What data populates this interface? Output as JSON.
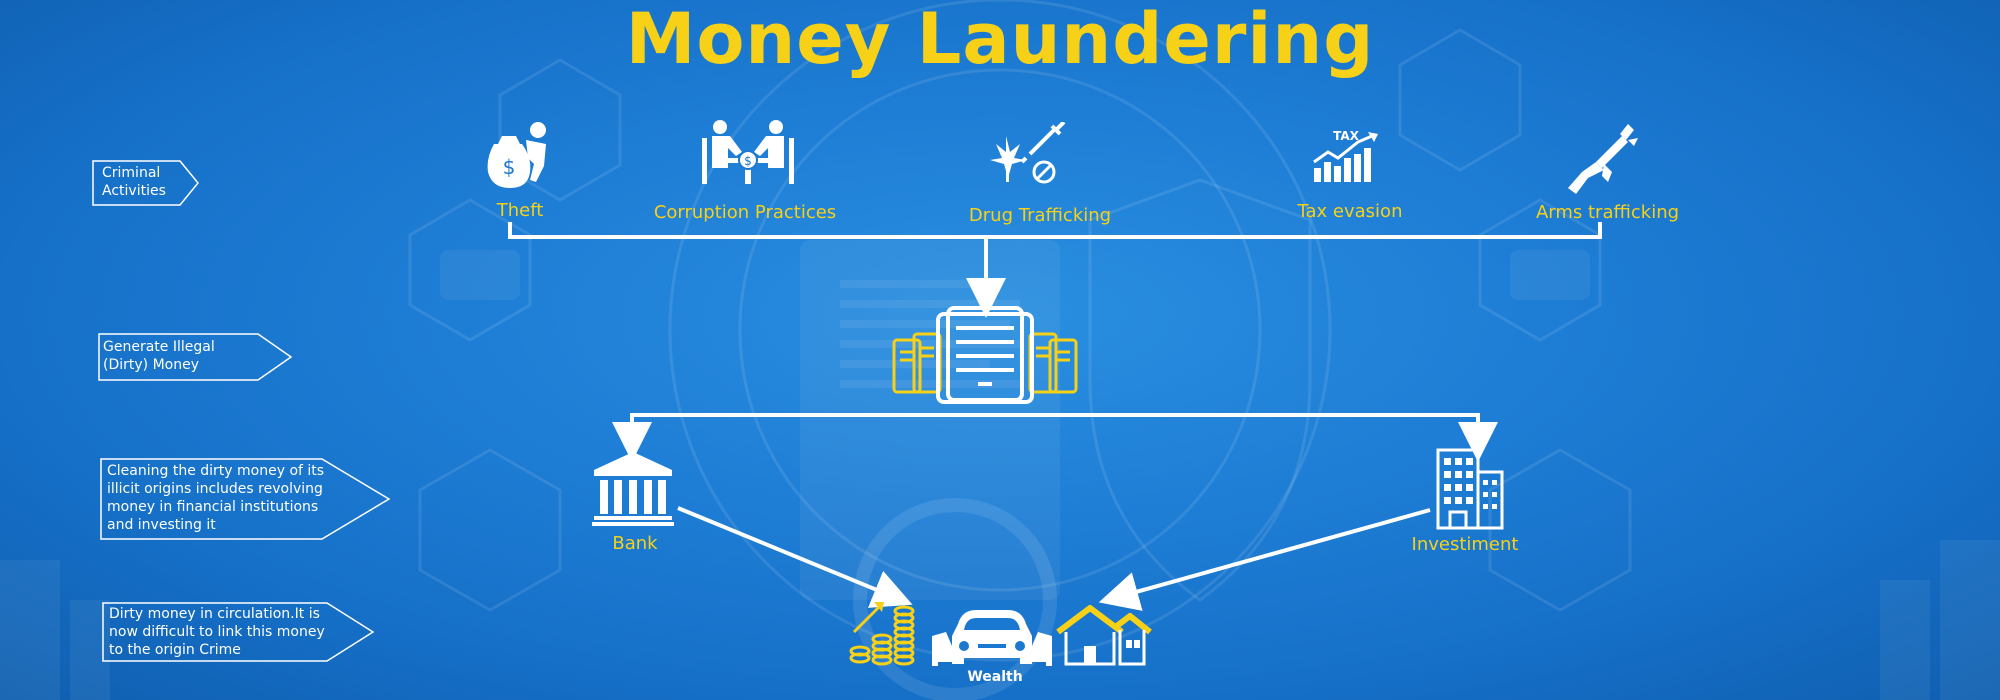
{
  "title": "Money Laundering",
  "side_labels": [
    "Criminal Activities",
    "Generate Illegal (Dirty) Money",
    "Cleaning the dirty money of its illicit origins includes revolving money in financial institutions and investing it",
    "Dirty money in circulation.It is now difficult to link this money to the origin Crime"
  ],
  "activities": [
    "Theft",
    "Corruption Practices",
    "Drug Trafficking",
    "Tax evasion",
    "Arms trafficking"
  ],
  "tax_text": "TAX",
  "bank": "Bank",
  "investment": "Investiment",
  "wealth": "Wealth",
  "colors": {
    "accent": "#f7d117",
    "line": "#ffffff",
    "background": "#1b78d0"
  },
  "icons": [
    "theft-icon",
    "corruption-icon",
    "drug-icon",
    "tax-icon",
    "rifle-icon",
    "server-icon",
    "bank-icon",
    "building-icon",
    "coins-icon",
    "car-icon",
    "house-icon"
  ]
}
